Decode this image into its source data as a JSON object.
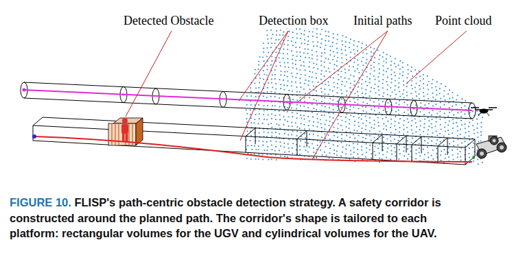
{
  "diagram": {
    "caption": "FIGURE 10. FLISP's path-centric obstacle detection strategy. A safety corridor is constructed around the planned path. The corridor's shape is tailored to each platform: rectangular volumes for the UGV and cylindrical volumes for the UAV.",
    "labels": [
      "Detected Obstacle",
      "Detection box",
      "Initial paths",
      "Point cloud"
    ]
  }
}
